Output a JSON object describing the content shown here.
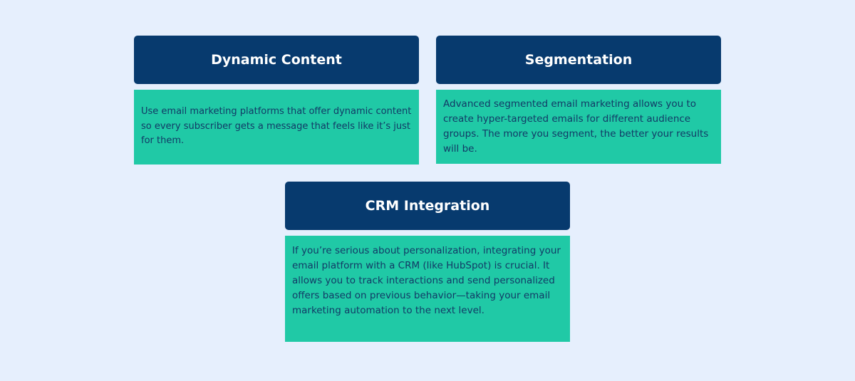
{
  "cards": [
    {
      "title": "Dynamic Content",
      "body": "Use email marketing platforms that offer dynamic content so every subscriber gets a message that feels like it’s just for them."
    },
    {
      "title": "Segmentation",
      "body": "Advanced segmented email marketing allows you to create hyper-targeted emails for different audience groups. The more you segment, the better your results will be."
    },
    {
      "title": "CRM Integration",
      "body": "If you’re serious about personalization, integrating your email platform with a CRM (like HubSpot) is crucial. It allows you to track interactions and send personalized offers based on previous behavior—taking your email marketing automation to the next level."
    }
  ],
  "colors": {
    "background": "#e6effd",
    "header": "#073a6e",
    "body": "#20c9a6",
    "body_text": "#123a66"
  }
}
